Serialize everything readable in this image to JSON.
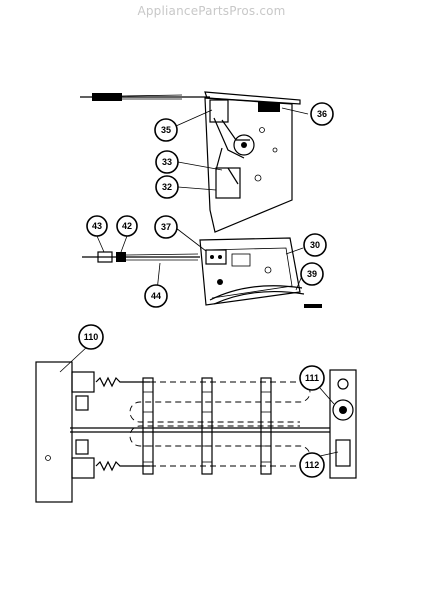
{
  "watermark": "AppliancePartsPros.com",
  "callouts": {
    "c36": "36",
    "c35": "35",
    "c33": "33",
    "c32": "32",
    "c43": "43",
    "c42": "42",
    "c37": "37",
    "c30": "30",
    "c39": "39",
    "c44": "44",
    "c110": "110",
    "c111": "111",
    "c112": "112"
  }
}
